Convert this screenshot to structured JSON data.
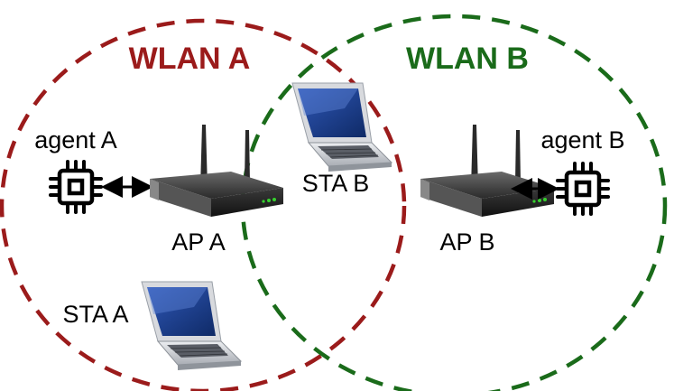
{
  "colors": {
    "wlan_a": "#9b1b1b",
    "wlan_b": "#1a6b1a",
    "ink": "#000000",
    "router_body": "#3a3a3a",
    "laptop_screen": "#1a3d8f",
    "laptop_body": "#c9ccd1"
  },
  "icons": {
    "agent": "chip-icon",
    "ap": "wireless-router-icon",
    "sta": "laptop-icon",
    "link": "double-arrow-icon"
  },
  "wlan_a": {
    "title": "WLAN A",
    "agent_label": "agent A",
    "ap_label": "AP A",
    "sta_label": "STA A"
  },
  "wlan_b": {
    "title": "WLAN B",
    "agent_label": "agent B",
    "ap_label": "AP B",
    "sta_label": "STA B"
  }
}
